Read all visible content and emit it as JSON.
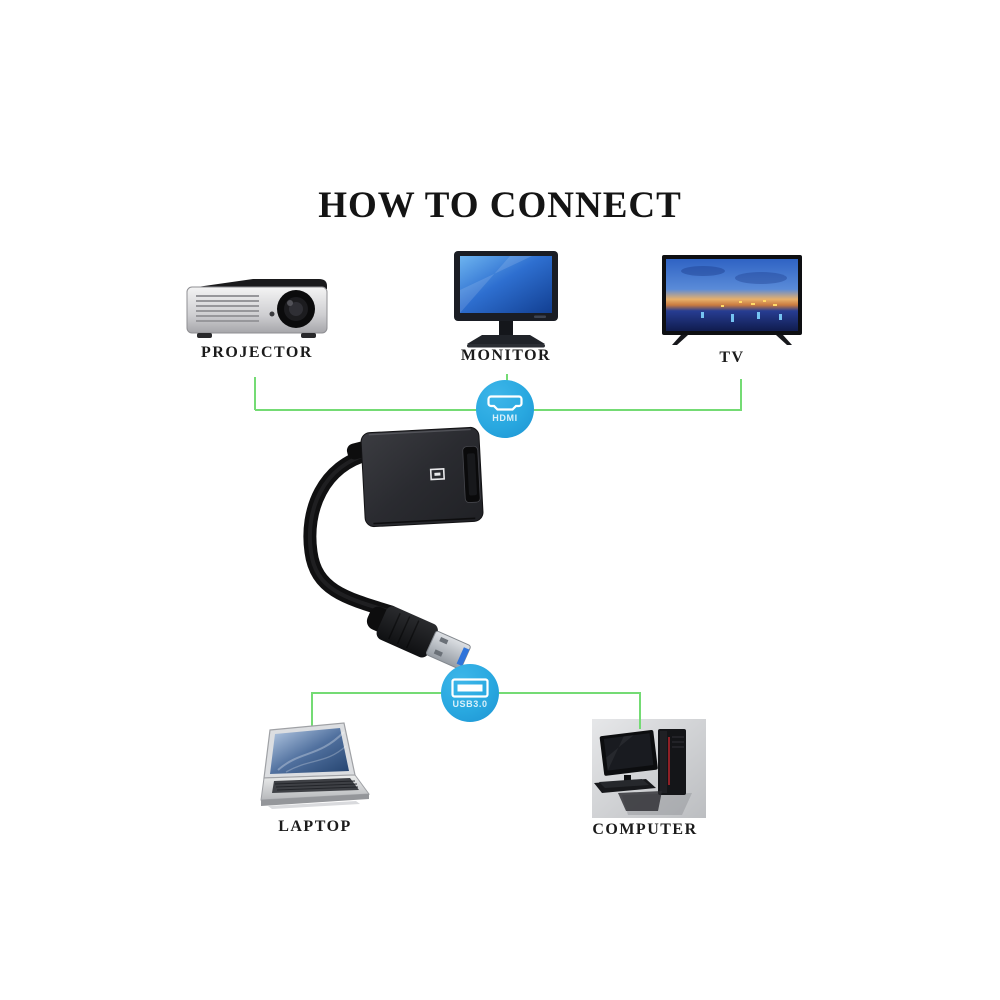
{
  "title": "HOW TO CONNECT",
  "colors": {
    "background": "#ffffff",
    "connector_blue": "#29a8e0",
    "line_green": "#74db74",
    "label_text": "#1b1b1b"
  },
  "hdmi_node": {
    "label": "HDMI",
    "icon": "hdmi-port-icon"
  },
  "usb_node": {
    "label": "USB3.0",
    "icon": "usb-port-icon"
  },
  "top_devices": [
    {
      "label": "PROJECTOR",
      "icon": "projector-image"
    },
    {
      "label": "MONITOR",
      "icon": "monitor-image"
    },
    {
      "label": "TV",
      "icon": "tv-image"
    }
  ],
  "bottom_devices": [
    {
      "label": "LAPTOP",
      "icon": "laptop-image"
    },
    {
      "label": "COMPUTER",
      "icon": "computer-image"
    }
  ],
  "adapter_image": "usb3-to-hdmi-adapter-cable"
}
